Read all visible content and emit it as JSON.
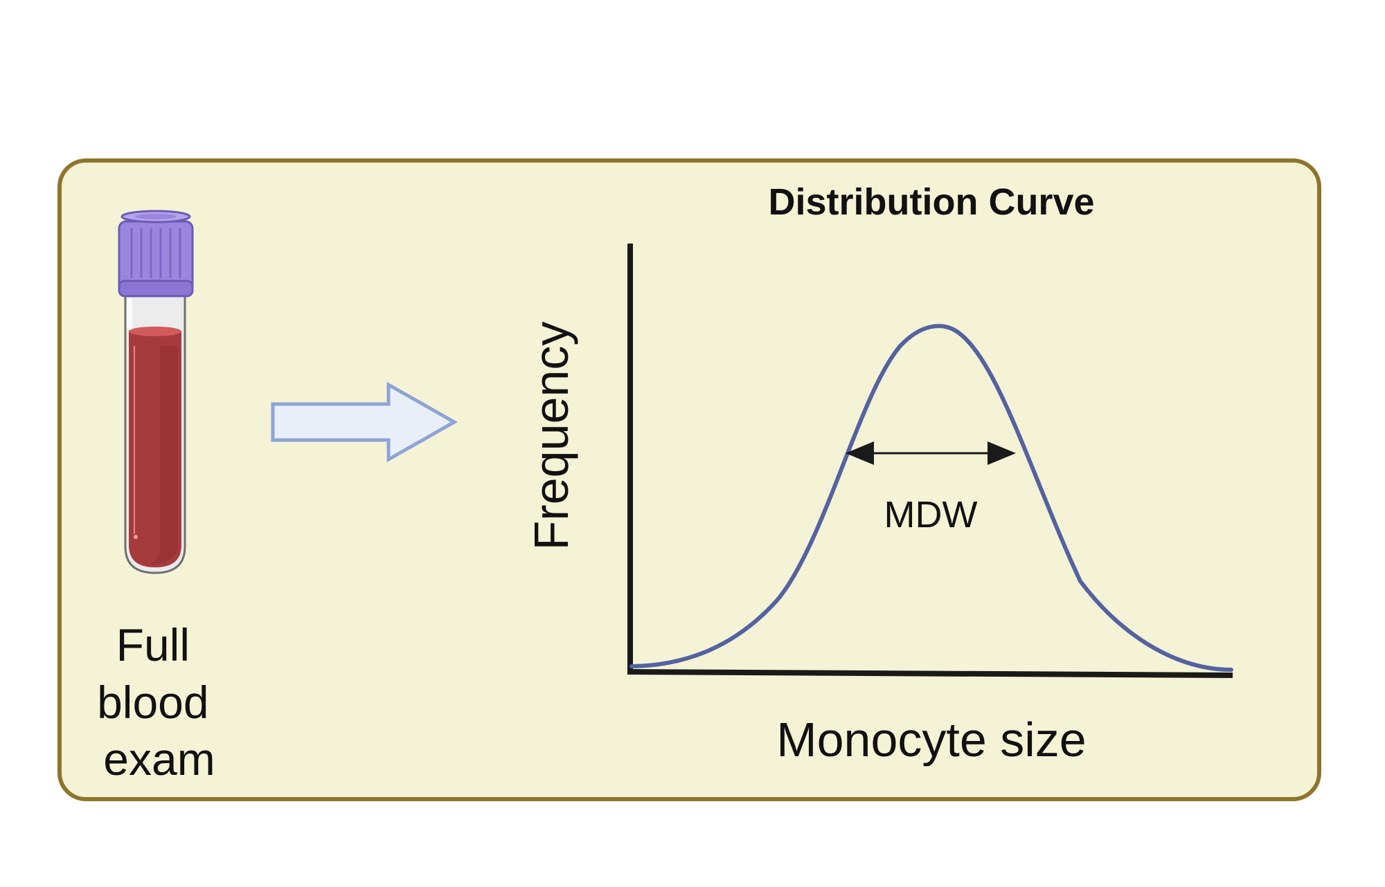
{
  "diagram": {
    "title": "Distribution Curve",
    "sample_label_lines": [
      "Full",
      "blood",
      "exam"
    ],
    "y_axis_label": "Frequency",
    "x_axis_label": "Monocyte size",
    "width_label": "MDW"
  },
  "icons": {
    "tube": "blood-collection-tube-icon",
    "arrow": "right-arrow-icon"
  },
  "colors": {
    "panel_fill": "#f5f3d6",
    "panel_border": "#8f742c",
    "tube_cap": "#9a86de",
    "blood": "#a63b3d",
    "arrow_fill": "#e8eff8",
    "arrow_stroke": "#8ea3d6",
    "curve": "#5462a0",
    "axis": "#1a1a1a"
  }
}
